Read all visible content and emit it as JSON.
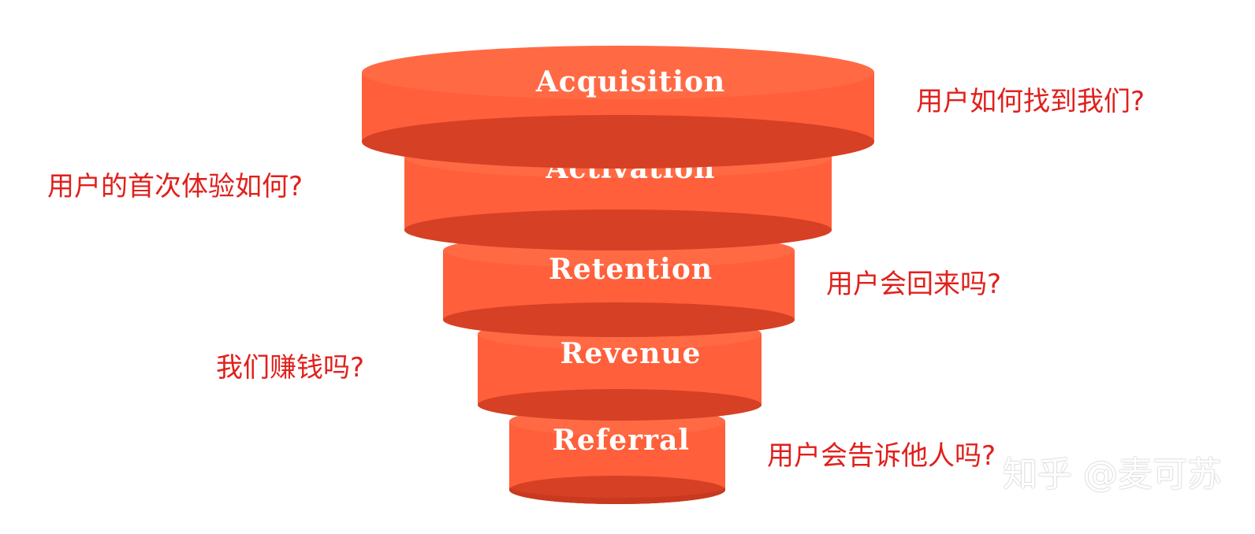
{
  "funnel": {
    "colors": {
      "body": "#ff5f3a",
      "rim_light": "#ff6a45",
      "rim_shadow": "#d64024"
    },
    "stages": [
      {
        "id": "acquisition",
        "label": "Acquisition",
        "question": "用户如何找到我们?"
      },
      {
        "id": "activation",
        "label": "Activation",
        "question": "用户的首次体验如何?"
      },
      {
        "id": "retention",
        "label": "Retention",
        "question": "用户会回来吗?"
      },
      {
        "id": "revenue",
        "label": "Revenue",
        "question": "我们赚钱吗?"
      },
      {
        "id": "referral",
        "label": "Referral",
        "question": "用户会告诉他人吗?"
      }
    ]
  },
  "annotation_color": "#e0201c",
  "watermark": "知乎 @麦可苏"
}
